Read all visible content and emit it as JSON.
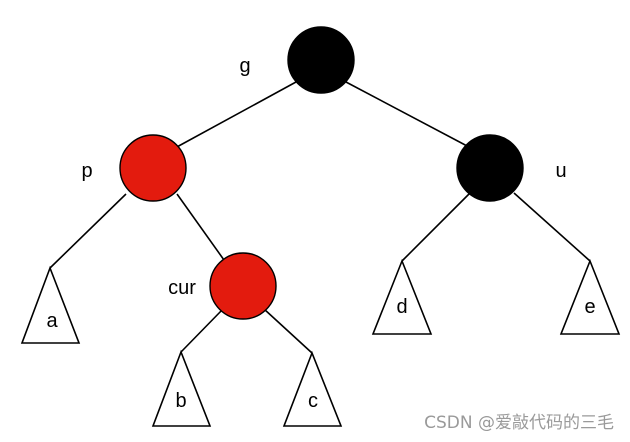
{
  "colors": {
    "red": "#e31b0e",
    "black": "#000000"
  },
  "nodes": {
    "g": {
      "label": "g",
      "color": "#000000"
    },
    "p": {
      "label": "p",
      "color": "#e31b0e"
    },
    "u": {
      "label": "u",
      "color": "#000000"
    },
    "cur": {
      "label": "cur",
      "color": "#e31b0e"
    }
  },
  "subtrees": {
    "a": "a",
    "b": "b",
    "c": "c",
    "d": "d",
    "e": "e"
  },
  "watermark": "CSDN @爱敲代码的三毛"
}
